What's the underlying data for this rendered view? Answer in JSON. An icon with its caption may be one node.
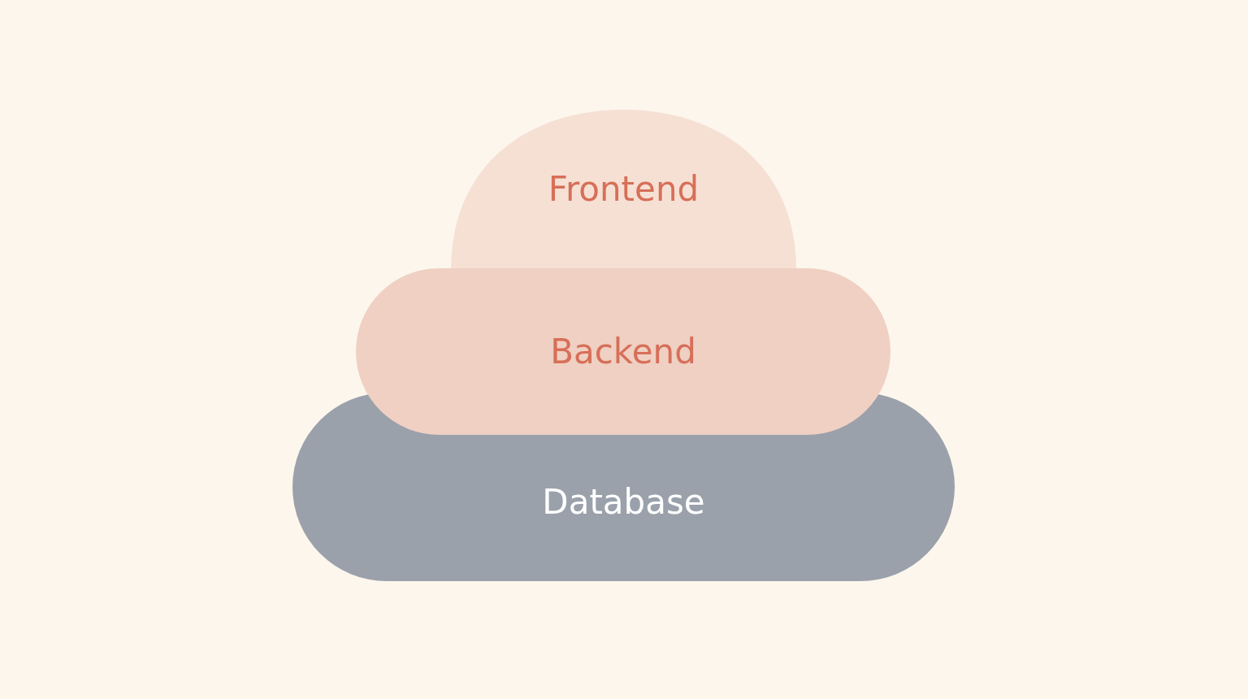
{
  "diagram": {
    "nodes": [
      {
        "text": [
          "Frontend"
        ]
      },
      {
        "text": [
          "Backend"
        ]
      },
      {
        "text": [
          "Database"
        ]
      }
    ]
  }
}
